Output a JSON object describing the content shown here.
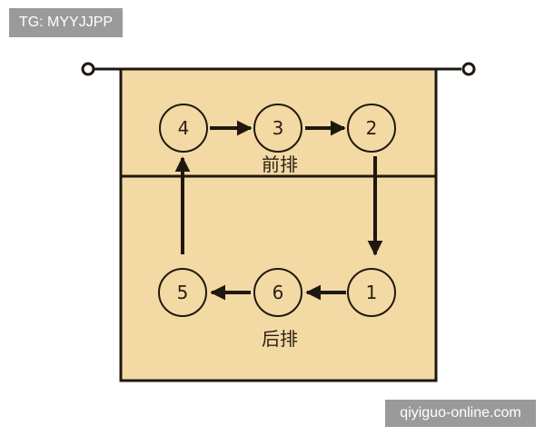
{
  "watermark_top": "TG: MYYJJPP",
  "watermark_bottom": "qiyiguo-online.com",
  "colors": {
    "court": "#f3d9a4",
    "line": "#1f1810",
    "badge": "#9a9a9a"
  },
  "rows": {
    "front": "前排",
    "back": "后排"
  },
  "positions": [
    {
      "id": "p4",
      "label": "4"
    },
    {
      "id": "p3",
      "label": "3"
    },
    {
      "id": "p2",
      "label": "2"
    },
    {
      "id": "p5",
      "label": "5"
    },
    {
      "id": "p6",
      "label": "6"
    },
    {
      "id": "p1",
      "label": "1"
    }
  ],
  "rotation_order": [
    "p1",
    "p6",
    "p5",
    "p4",
    "p3",
    "p2"
  ]
}
